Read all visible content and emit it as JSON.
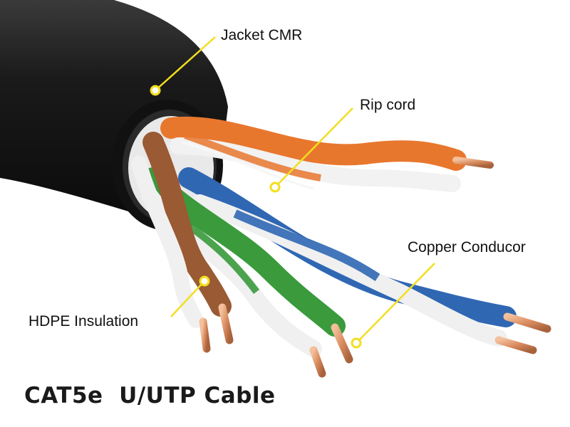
{
  "labels": {
    "jacket": "Jacket CMR",
    "rip_cord": "Rip cord",
    "copper": "Copper Conducor",
    "hdpe": "HDPE Insulation"
  },
  "caption": "CAT5e  U/UTP Cable",
  "colors": {
    "jacket": "#1c1c1c",
    "orange_pair": "#e8772e",
    "blue_pair": "#2f67b3",
    "green_pair": "#3a9a3c",
    "brown_pair": "#9a5a34",
    "copper": "#d98c5f",
    "callout": "#f2de1e"
  }
}
